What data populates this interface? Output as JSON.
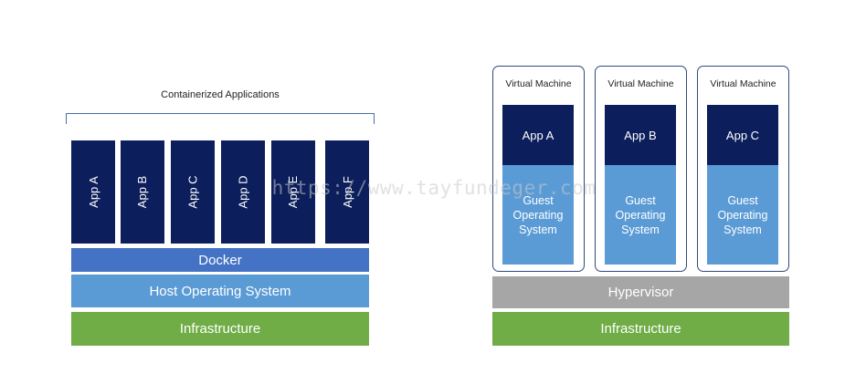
{
  "colors": {
    "app_navy": "#0c1e5b",
    "docker": "#4472c4",
    "host_os": "#5b9bd5",
    "infrastructure": "#70ad47",
    "hypervisor": "#a6a6a6",
    "guest_os": "#5b9bd5",
    "vm_border": "#2f4a7a"
  },
  "containers": {
    "caption": "Containerized Applications",
    "apps": [
      "App A",
      "App B",
      "App C",
      "App D",
      "App E",
      "App F"
    ],
    "docker_label": "Docker",
    "host_os_label": "Host Operating System",
    "infrastructure_label": "Infrastructure"
  },
  "vms": {
    "machines": [
      {
        "title": "Virtual Machine",
        "app": "App A",
        "guest": "Guest\nOperating\nSystem"
      },
      {
        "title": "Virtual Machine",
        "app": "App B",
        "guest": "Guest\nOperating\nSystem"
      },
      {
        "title": "Virtual Machine",
        "app": "App C",
        "guest": "Guest\nOperating\nSystem"
      }
    ],
    "hypervisor_label": "Hypervisor",
    "infrastructure_label": "Infrastructure"
  },
  "watermark": "https://www.tayfundeger.com"
}
